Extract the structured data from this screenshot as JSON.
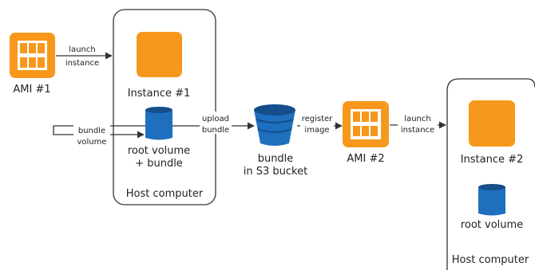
{
  "ami1": {
    "label": "AMI #1"
  },
  "host1": {
    "instance_label": "Instance #1",
    "root_line1": "root volume",
    "root_line2": "+ bundle",
    "box_label": "Host computer"
  },
  "arrows": {
    "launch1_line1": "launch",
    "launch1_line2": "instance",
    "bundle_line1": "bundle",
    "bundle_line2": "volume",
    "upload_line1": "upload",
    "upload_line2": "bundle",
    "register_line1": "register",
    "register_line2": "image",
    "launch2_line1": "launch",
    "launch2_line2": "instance"
  },
  "bucket": {
    "line1": "bundle",
    "line2": "in S3 bucket"
  },
  "ami2": {
    "label": "AMI #2"
  },
  "host2": {
    "instance_label": "Instance #2",
    "root_label": "root volume",
    "box_label": "Host computer"
  },
  "colors": {
    "orange": "#F7981D",
    "blue": "#1F6FBF",
    "blue_dark": "#154E8A",
    "line": "#333333"
  },
  "icons": {
    "ami": "ami-grid-icon",
    "instance": "instance-square-icon",
    "volume": "volume-cylinder-icon",
    "bucket": "s3-bucket-icon"
  }
}
